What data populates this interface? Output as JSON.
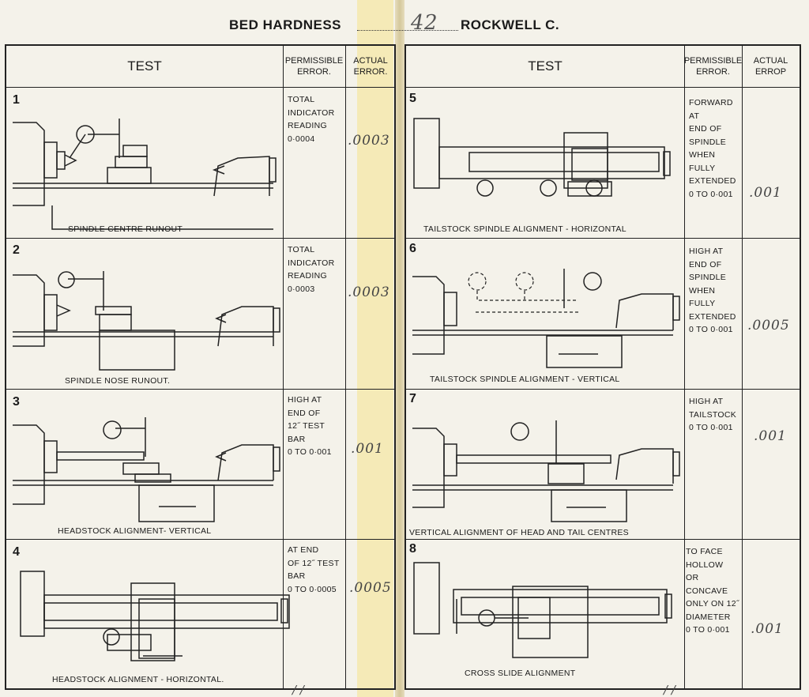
{
  "header": {
    "label1": "BED HARDNESS",
    "handwritten": "42",
    "label2": "ROCKWELL C."
  },
  "columns": {
    "test": "TEST",
    "permissible": "PERMISSIBLE\nERROR.",
    "actual_left": "ACTUAL\nERROR.",
    "actual_right": "ACTUAL\nERROP"
  },
  "tests": [
    {
      "num": "1",
      "caption": "SPINDLE CENTRE RUNOUT",
      "permissible": "TOTAL\nINDICATOR\nREADING\n0·0004",
      "actual": ".0003"
    },
    {
      "num": "2",
      "caption": "SPINDLE NOSE RUNOUT.",
      "permissible": "TOTAL\nINDICATOR\nREADING\n0·0003",
      "actual": ".0003"
    },
    {
      "num": "3",
      "caption": "HEADSTOCK ALIGNMENT- VERTICAL",
      "permissible": "HIGH AT\nEND OF\n12˝ TEST\nBAR\n0 TO     0·001",
      "actual": ".001"
    },
    {
      "num": "4",
      "caption": "HEADSTOCK   ALIGNMENT - HORIZONTAL.",
      "permissible": "AT END\nOF 12˝ TEST\nBAR\n0 TO 0·0005",
      "actual": ".0005"
    },
    {
      "num": "5",
      "caption": "TAILSTOCK SPINDLE ALIGNMENT - HORIZONTAL",
      "permissible": "FORWARD\nAT\nEND OF\nSPINDLE\nWHEN\nFULLY\nEXTENDED\n0  TO 0·001",
      "actual": ".001"
    },
    {
      "num": "6",
      "caption": "TAILSTOCK  SPINDLE ALIGNMENT  -  VERTICAL",
      "permissible": "HIGH AT\nEND OF\nSPINDLE\nWHEN\nFULLY\nEXTENDED\n0  TO 0·001",
      "actual": ".0005"
    },
    {
      "num": "7",
      "caption": "VERTICAL  ALIGNMENT OF HEAD AND  TAIL  CENTRES",
      "permissible": "HIGH  AT\nTAILSTOCK\n0  TO  0·001",
      "actual": ".001"
    },
    {
      "num": "8",
      "caption": "CROSS  SLIDE  ALIGNMENT",
      "permissible": "TO FACE\nHOLLOW\nOR\nCONCAVE\nONLY ON 12˝\nDIAMETER\n0  TO  0·001",
      "actual": ".001"
    }
  ],
  "footer": {
    "left_mark": "/ /",
    "right_mark": "/ /"
  }
}
